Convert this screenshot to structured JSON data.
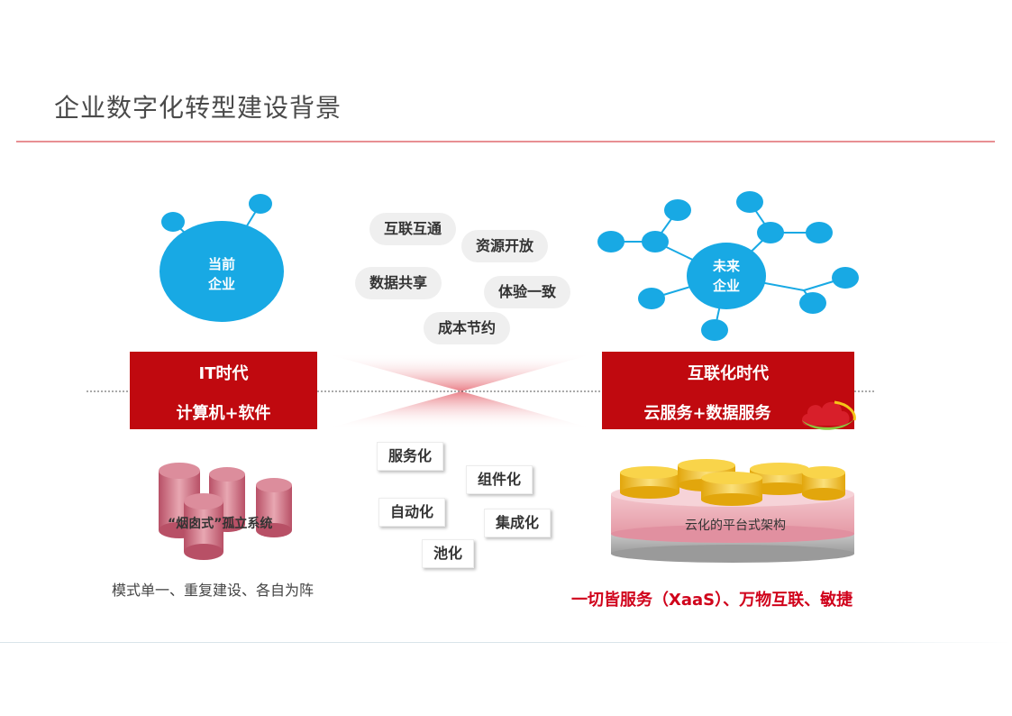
{
  "title": "企业数字化转型建设背景",
  "left_hub": {
    "line1": "当前",
    "line2": "企业"
  },
  "right_hub": {
    "line1": "未来",
    "line2": "企业"
  },
  "benefits": [
    "互联互通",
    "资源开放",
    "数据共享",
    "体验一致",
    "成本节约"
  ],
  "left_era": {
    "title": "IT时代",
    "subtitle": "计算机+软件"
  },
  "right_era": {
    "title": "互联化时代",
    "subtitle": "云服务+数据服务"
  },
  "capabilities": [
    "服务化",
    "组件化",
    "自动化",
    "集成化",
    "池化"
  ],
  "left_db_label": "“烟囱式”孤立系统",
  "platform_label": "云化的平台式架构",
  "left_caption": "模式单一、重复建设、各自为阵",
  "right_caption": "一切皆服务（XaaS）、万物互联、敏捷",
  "colors": {
    "accent_red": "#c0090f",
    "node_blue": "#18a9e4",
    "caption_red": "#d0021b",
    "db_pink": "#cd6e81",
    "cylinder_gold": "#f5c518"
  }
}
